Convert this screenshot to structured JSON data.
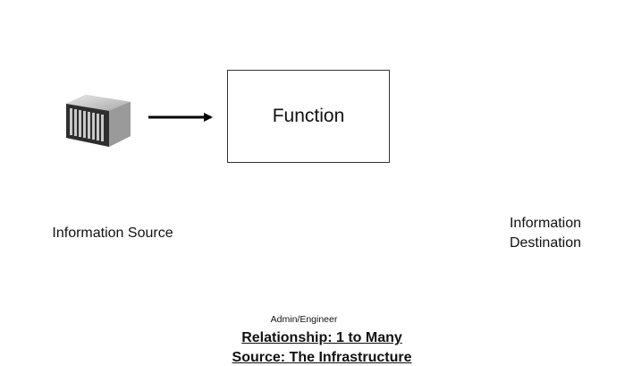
{
  "diagram": {
    "function_label": "Function",
    "source_label": "Information Source",
    "destination_label_line1": "Information",
    "destination_label_line2": "Destination",
    "admin_label": "Admin/Engineer",
    "relationship_label": "Relationship: 1 to Many",
    "source_note": "Source: The Infrastructure"
  },
  "icons": {
    "source": "server-icon",
    "destinations": [
      "switch-icon",
      "switch-icon",
      "switch-icon"
    ],
    "admin": "person-icon"
  },
  "colors": {
    "arrow": "#000000",
    "switch_arrow": "#e02020",
    "person": "#4a86c5"
  }
}
